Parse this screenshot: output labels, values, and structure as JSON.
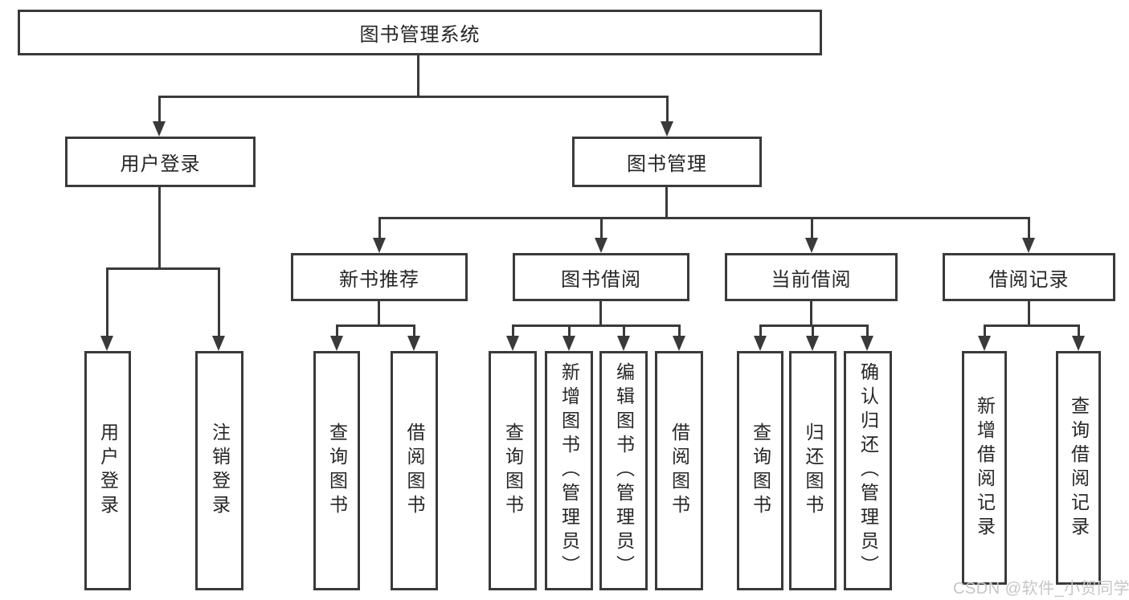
{
  "diagram": {
    "root": {
      "label": "图书管理系统"
    },
    "level2": {
      "user_login": {
        "label": "用户登录"
      },
      "book_management": {
        "label": "图书管理"
      }
    },
    "level3": {
      "new_book_recommend": {
        "label": "新书推荐"
      },
      "book_borrow": {
        "label": "图书借阅"
      },
      "current_borrow": {
        "label": "当前借阅"
      },
      "borrow_records": {
        "label": "借阅记录"
      }
    },
    "leaves": {
      "user_login_children": [
        "用户登录",
        "注销登录"
      ],
      "new_book_children": [
        "查询图书",
        "借阅图书"
      ],
      "book_borrow_children": [
        "查询图书",
        "新增图书（管理员）",
        "编辑图书（管理员）",
        "借阅图书"
      ],
      "current_borrow_children": [
        "查询图书",
        "归还图书",
        "确认归还（管理员）"
      ],
      "borrow_records_children": [
        "新增借阅记录",
        "查询借阅记录"
      ]
    },
    "colors": {
      "line": "#3a3a3a",
      "text": "#262626",
      "watermark": "#c6c6c6",
      "background": "#ffffff"
    }
  },
  "watermark": {
    "text": "CSDN @软件_小贺同学"
  }
}
